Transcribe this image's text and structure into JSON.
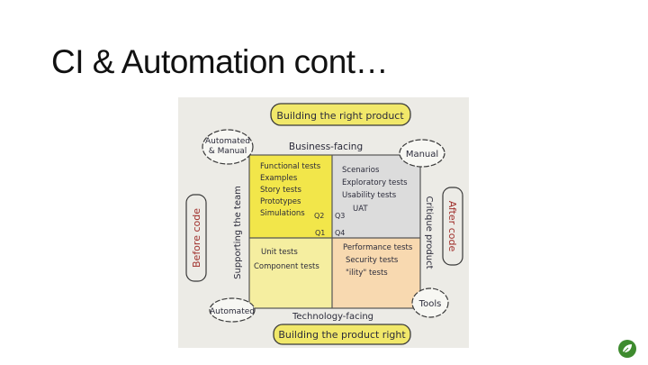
{
  "slide": {
    "title": "CI & Automation cont…"
  },
  "diagram": {
    "top_banner": "Building the right product",
    "bottom_banner": "Building the product right",
    "top_axis": "Business-facing",
    "bottom_axis": "Technology-facing",
    "left_axis": "Supporting the team",
    "right_axis": "Critique product",
    "left_outer": "Before code",
    "right_outer": "After code",
    "cloud_top_left": [
      "Automated",
      "& Manual"
    ],
    "cloud_top_right": "Manual",
    "cloud_bottom_left": "Automated",
    "cloud_bottom_right": "Tools",
    "q2_items": [
      "Functional tests",
      "Examples",
      "Story tests",
      "Prototypes",
      "Simulations"
    ],
    "q3_items": [
      "Scenarios",
      "Exploratory tests",
      "Usability tests",
      "UAT"
    ],
    "q1_items": [
      "Unit tests",
      "Component tests"
    ],
    "q4_items": [
      "Performance tests",
      "Security tests",
      "\"ility\" tests"
    ],
    "q_labels": {
      "q1": "Q1",
      "q2": "Q2",
      "q3": "Q3",
      "q4": "Q4"
    },
    "colors": {
      "q2": "#f2e64a",
      "q1": "#f5eea0",
      "q3": "#dcdcdc",
      "q4": "#f8d9b0"
    }
  },
  "logo": {
    "icon": "leaf-logo-icon",
    "color": "#3e8b2e"
  }
}
